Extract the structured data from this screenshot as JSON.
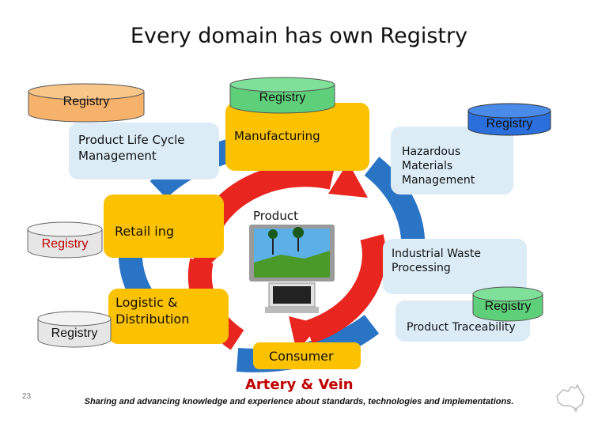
{
  "title": "Every domain has own Registry",
  "registry_label": "Registry",
  "domains": {
    "plm": "Product Life Cycle Management",
    "manufacturing": "Manufacturing",
    "hazardous": "Hazardous Materials Management",
    "retail": "Retail ing",
    "product": "Product",
    "industrial_waste": "Industrial Waste Processing",
    "logistic": "Logistic & Distribution",
    "traceability": "Product Traceability",
    "consumer": "Consumer"
  },
  "center_label": "Artery & Vein",
  "footer": "Sharing and advancing knowledge and experience about standards, technologies and implementations.",
  "page_number": "23",
  "colors": {
    "domain_box": "#fcc200",
    "light_box": "#dcecf7",
    "arrow_red": "#e8251f",
    "arrow_blue": "#2a74c6",
    "registry_orange": "#f6b26b",
    "registry_green": "#5fd07a",
    "registry_blue": "#2a6fdc",
    "registry_gray": "#e6e6e6"
  },
  "icons": [
    "registry-cylinder-icon",
    "tv-monitor-icon",
    "australia-map-icon"
  ]
}
